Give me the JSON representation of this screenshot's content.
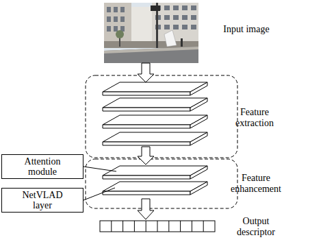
{
  "diagram": {
    "nodes": [
      {
        "text": [
          "Attention module"
        ]
      },
      {
        "text": [
          "NetVLAD layer"
        ]
      }
    ],
    "labels": [
      "Input image",
      "Feature extraction",
      "Feature enhancement",
      "Output descriptor"
    ]
  }
}
